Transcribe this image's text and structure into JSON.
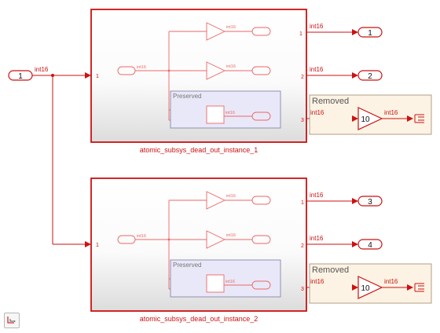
{
  "model": {
    "inport": {
      "label": "1",
      "signal_type": "int16"
    },
    "subsystems": [
      {
        "name": "atomic_subsys_dead_out_instance_1",
        "input_port_label": "1",
        "output_port_labels": [
          "1",
          "2",
          "3"
        ],
        "internal_type": "int16",
        "preserved_label": "Preserved",
        "outports": [
          "1",
          "2"
        ],
        "removed": {
          "title": "Removed",
          "gain": "10",
          "type": "int16"
        }
      },
      {
        "name": "atomic_subsys_dead_out_instance_2",
        "input_port_label": "1",
        "output_port_labels": [
          "1",
          "2",
          "3"
        ],
        "internal_type": "int16",
        "preserved_label": "Preserved",
        "outports": [
          "3",
          "4"
        ],
        "removed": {
          "title": "Removed",
          "gain": "10",
          "type": "int16"
        }
      }
    ],
    "signal_type": "int16"
  },
  "colors": {
    "line": "#cc1111",
    "block_bg_top": "#ffffff",
    "block_bg_bottom": "#dcdcdc",
    "preserved_bg": "#e8e8f8",
    "removed_bg": "#fdf3e4"
  },
  "toolbar": {
    "icon": "signal-routing-icon"
  }
}
